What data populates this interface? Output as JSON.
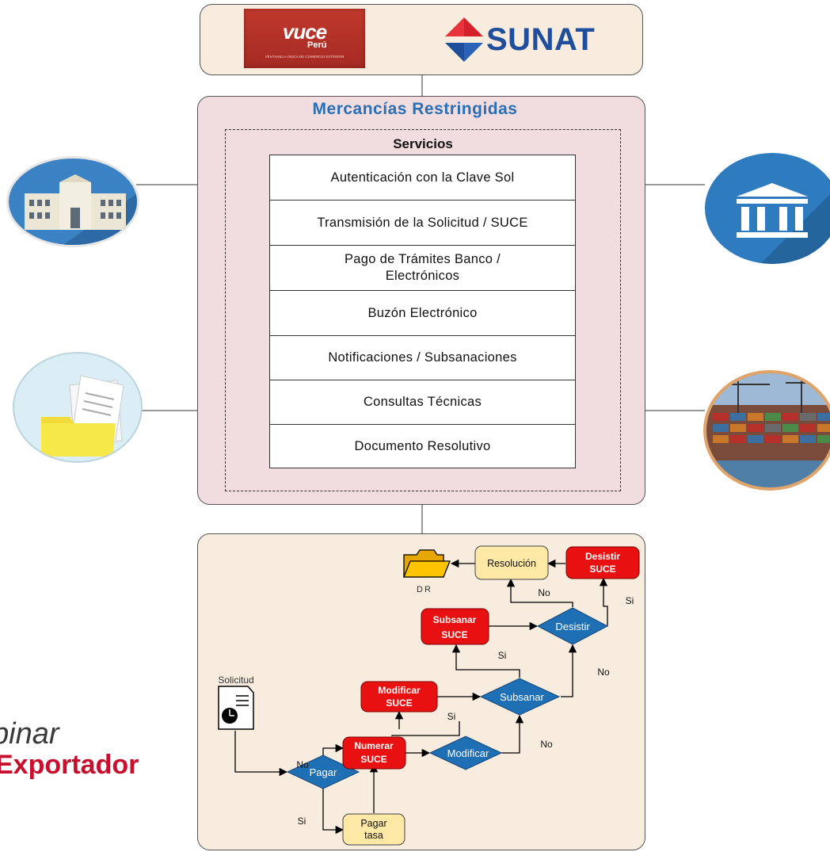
{
  "logos": {
    "vuce_main": "vuce",
    "vuce_sub": "Perú",
    "vuce_tagline": "VENTANILLA ÚNICA DE COMERCIO EXTERIOR",
    "sunat": "SUNAT"
  },
  "main": {
    "title": "Mercancías Restringidas",
    "services_title": "Servicios",
    "services": [
      "Autenticación con la Clave Sol",
      "Transmisión de la Solicitud / SUCE",
      "Pago de Trámites Banco / Electrónicos",
      "Buzón Electrónico",
      "Notificaciones / Subsanaciones",
      "Consultas Técnicas",
      "Documento Resolutivo"
    ]
  },
  "brand": {
    "line1": "binar",
    "line2": "Exportador"
  },
  "flow": {
    "solicitud": "Solicitud",
    "pagar": "Pagar",
    "pagar_tasa_1": "Pagar",
    "pagar_tasa_2": "tasa",
    "numerar_1": "Numerar",
    "numerar_2": "SUCE",
    "modificar": "Modificar",
    "modificar_suce_1": "Modificar",
    "modificar_suce_2": "SUCE",
    "subsanar": "Subsanar",
    "subsanar_suce_1": "Subsanar",
    "subsanar_suce_2": "SUCE",
    "desistir": "Desistir",
    "desistir_suce_1": "Desistir",
    "desistir_suce_2": "SUCE",
    "resolucion": "Resolución",
    "dr": "DR",
    "no": "No",
    "si": "Si"
  },
  "colors": {
    "accent_blue": "#2a6fb6",
    "red": "#e81010",
    "diamond": "#1f6fb5",
    "cream": "#fde8a6"
  }
}
